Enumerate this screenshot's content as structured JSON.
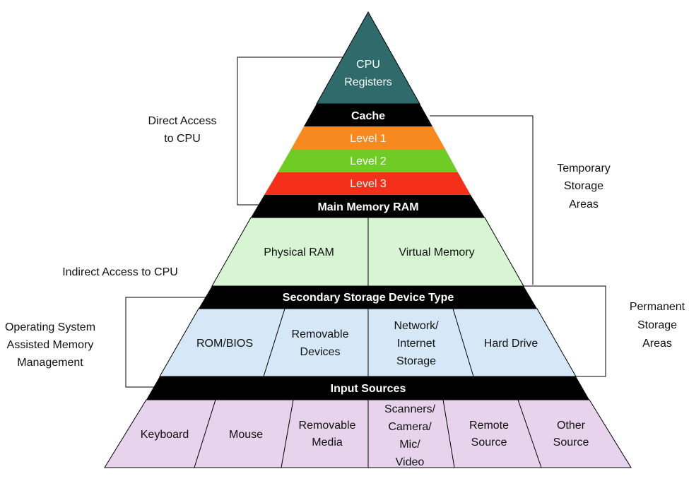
{
  "tiers": {
    "cpu_registers": [
      "CPU",
      "Registers"
    ],
    "cache": "Cache",
    "level1": "Level 1",
    "level2": "Level 2",
    "level3": "Level 3",
    "main_memory": "Main Memory RAM",
    "physical_ram": "Physical RAM",
    "virtual_memory": "Virtual Memory",
    "secondary_storage": "Secondary Storage Device Type",
    "rom_bios": "ROM/BIOS",
    "removable_devices": [
      "Removable",
      "Devices"
    ],
    "network_storage": [
      "Network/",
      "Internet",
      "Storage"
    ],
    "hard_drive": "Hard Drive",
    "input_sources": "Input Sources",
    "keyboard": "Keyboard",
    "mouse": "Mouse",
    "removable_media": [
      "Removable",
      "Media"
    ],
    "scanners": [
      "Scanners/",
      "Camera/",
      "Mic/",
      "Video"
    ],
    "remote_source": [
      "Remote",
      "Source"
    ],
    "other_source": [
      "Other",
      "Source"
    ]
  },
  "annotations": {
    "direct_access": [
      "Direct Access",
      "to CPU"
    ],
    "indirect_access": "Indirect Access to CPU",
    "os_assisted": [
      "Operating System",
      "Assisted Memory",
      "Management"
    ],
    "temporary": [
      "Temporary",
      "Storage",
      "Areas"
    ],
    "permanent": [
      "Permanent",
      "Storage",
      "Areas"
    ]
  },
  "colors": {
    "cpu": "#2f6b6b",
    "band": "#000000",
    "level1": "#f7891f",
    "level2": "#6fcc24",
    "level3": "#f4301b",
    "main_memory_fill": "#d8f5d3",
    "secondary_fill": "#d6e8f7",
    "input_fill": "#e7d3ec"
  }
}
